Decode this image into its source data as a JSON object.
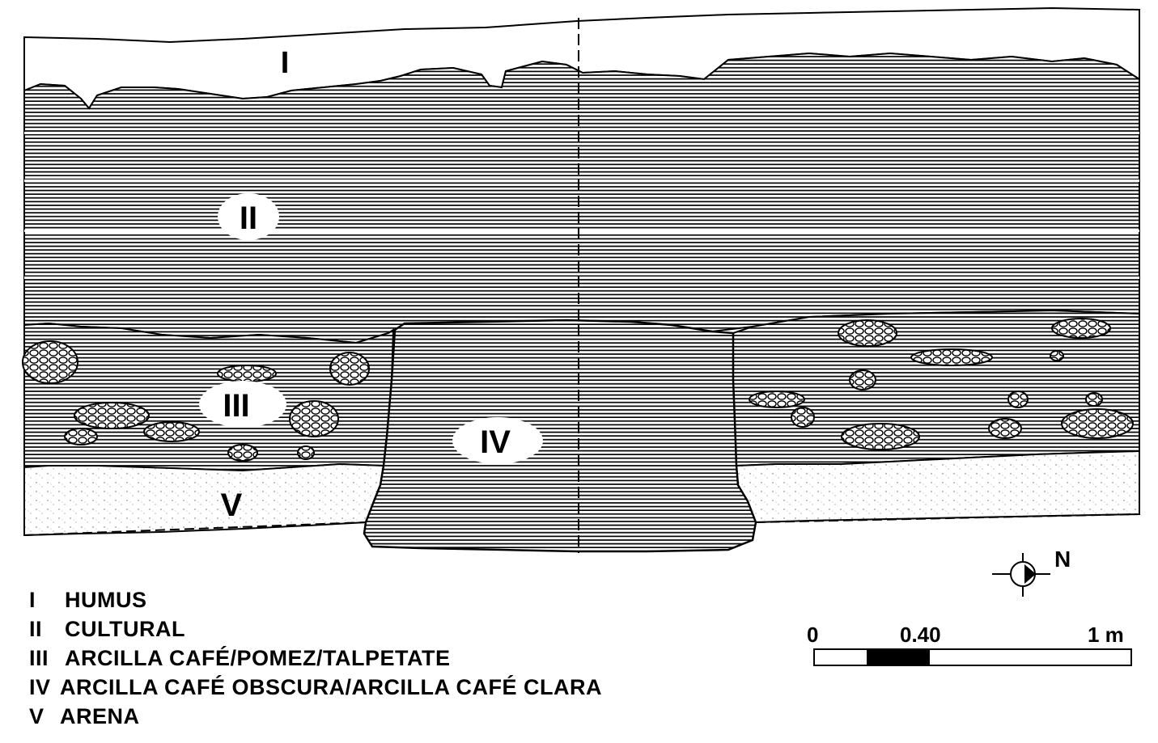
{
  "profile": {
    "layers": [
      {
        "id": "I",
        "label": "I"
      },
      {
        "id": "II",
        "label": "II"
      },
      {
        "id": "III",
        "label": "III"
      },
      {
        "id": "IV",
        "label": "IV"
      },
      {
        "id": "V",
        "label": "V"
      }
    ]
  },
  "legend": {
    "items": [
      {
        "numeral": "I",
        "description": "HUMUS"
      },
      {
        "numeral": "II",
        "description": "CULTURAL"
      },
      {
        "numeral": "III",
        "description": "ARCILLA CAFÉ/POMEZ/TALPETATE"
      },
      {
        "numeral": "IV",
        "description": "ARCILLA CAFÉ OBSCURA/ARCILLA CAFÉ CLARA"
      },
      {
        "numeral": "V",
        "description": "ARENA"
      }
    ]
  },
  "north_arrow": {
    "label": "N",
    "icon": "north-arrow-icon"
  },
  "scale_bar": {
    "start_label": "0",
    "mid_label": "0.40",
    "end_label": "1 m",
    "colors": {
      "fill": "#000000",
      "empty": "#ffffff"
    }
  }
}
